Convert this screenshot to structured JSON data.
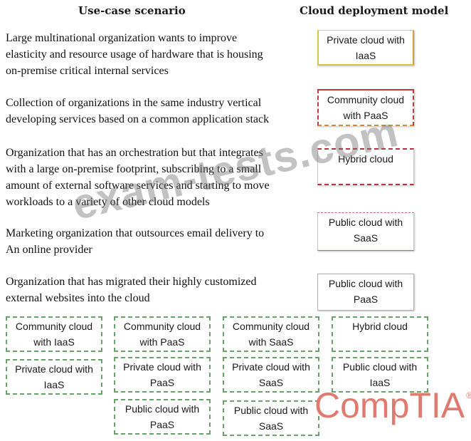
{
  "headers": {
    "scenario": "Use-case scenario",
    "model": "Cloud deployment model"
  },
  "scenarios": [
    {
      "line1": "Large multinational organization wants to improve",
      "line2": "elasticity and resource usage of hardware that is housing",
      "line3": "on-premise critical internal services",
      "line4": ""
    },
    {
      "line1": "Collection of organizations in the same industry vertical",
      "line2": "developing services based on a common application stack",
      "line3": "",
      "line4": ""
    },
    {
      "line1": "Organization that has an orchestration but that integrates",
      "line2": "with a large on-premise footprint, subscribing to a small",
      "line3": "amount of external software services and starting to move",
      "line4": "workloads to a variety of other cloud models"
    },
    {
      "line1": "Marketing organization that outsources email delivery to",
      "line2": "An online provider",
      "line3": "",
      "line4": ""
    },
    {
      "line1": "Organization that has migrated their highly customized",
      "line2": "external websites into the cloud",
      "line3": "",
      "line4": ""
    }
  ],
  "targets": [
    {
      "line1": "Private cloud with",
      "line2": "IaaS"
    },
    {
      "line1": "Community cloud",
      "line2": "with PaaS"
    },
    {
      "line1": "Hybrid cloud",
      "line2": ""
    },
    {
      "line1": "Public cloud with",
      "line2": "SaaS"
    },
    {
      "line1": "Public cloud with",
      "line2": "PaaS"
    }
  ],
  "options": [
    {
      "line1": "Community cloud",
      "line2": "with IaaS"
    },
    {
      "line1": "Community cloud",
      "line2": "with PaaS"
    },
    {
      "line1": "Community cloud",
      "line2": "with SaaS"
    },
    {
      "line1": "Hybrid cloud",
      "line2": ""
    },
    {
      "line1": "Private cloud with",
      "line2": "IaaS"
    },
    {
      "line1": "Private cloud with",
      "line2": "PaaS"
    },
    {
      "line1": "Private cloud with",
      "line2": "SaaS"
    },
    {
      "line1": "Public cloud with",
      "line2": "IaaS"
    },
    {
      "line1": "Public cloud with",
      "line2": "PaaS"
    },
    {
      "line1": "Public cloud with",
      "line2": "SaaS"
    }
  ],
  "watermark": "exam-tests.com",
  "logo": {
    "text": "CompTIA",
    "mark": "®"
  }
}
